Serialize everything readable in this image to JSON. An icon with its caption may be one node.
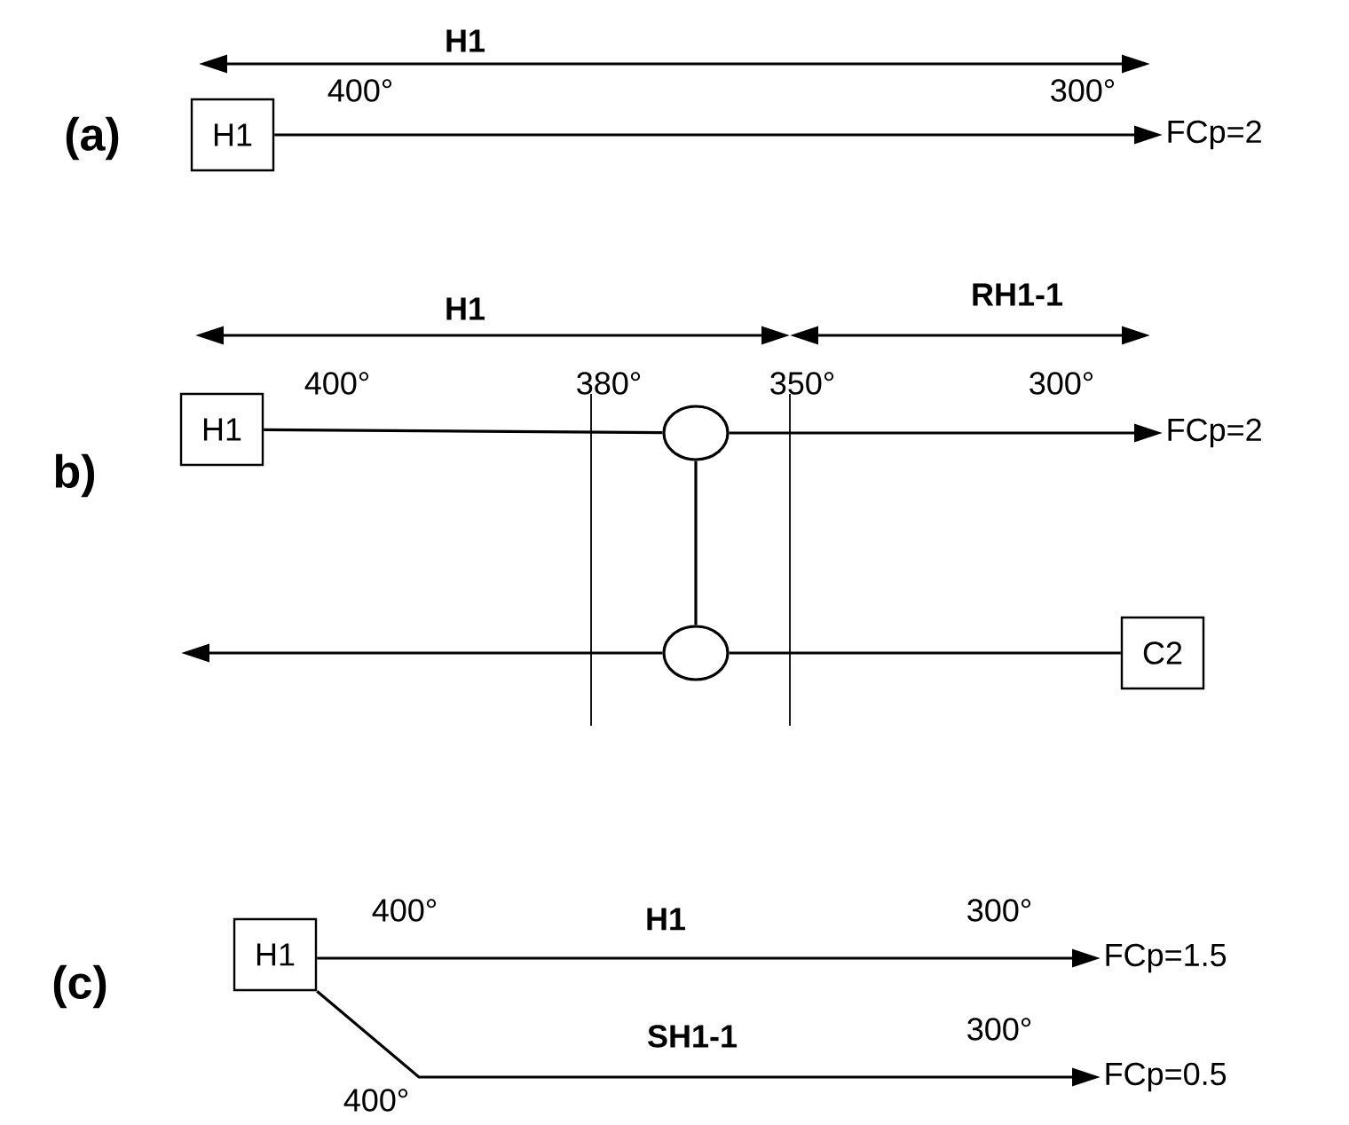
{
  "diagram": {
    "nodes": [
      {
        "text": [
          "H1"
        ]
      },
      {
        "text": [
          "FCp=2"
        ]
      },
      {
        "text": [
          "H1"
        ]
      },
      {
        "text": [],
        "shape": "circle"
      },
      {
        "text": [
          "FCp=2"
        ]
      },
      {
        "text": [
          "C2"
        ]
      },
      {
        "text": [],
        "shape": "circle"
      },
      {
        "text": [
          "H1"
        ]
      },
      {
        "text": [
          "FCp=1.5"
        ]
      },
      {
        "text": [
          "FCp=0.5"
        ]
      }
    ],
    "edges": [
      {
        "from": 0,
        "to": 1,
        "arrow": "to"
      },
      {
        "from": 2,
        "to": 3,
        "arrow": "none"
      },
      {
        "from": 3,
        "to": 4,
        "arrow": "to"
      },
      {
        "from": 3,
        "to": 6,
        "arrow": "none"
      },
      {
        "from": 5,
        "to": 6,
        "arrow": "none"
      },
      {
        "from": 6,
        "to": null,
        "arrow": "to"
      },
      {
        "from": 7,
        "to": 8,
        "arrow": "to",
        "label": "H1"
      },
      {
        "from": 7,
        "to": 9,
        "arrow": "to",
        "label": "SH1-1"
      }
    ],
    "labels": [
      "(a)",
      "H1",
      "400°",
      "300°",
      "H1",
      "RH1-1",
      "400°",
      "380°",
      "350°",
      "300°",
      "b)",
      "(c)",
      "400°",
      "300°",
      "300°",
      "400°"
    ]
  }
}
